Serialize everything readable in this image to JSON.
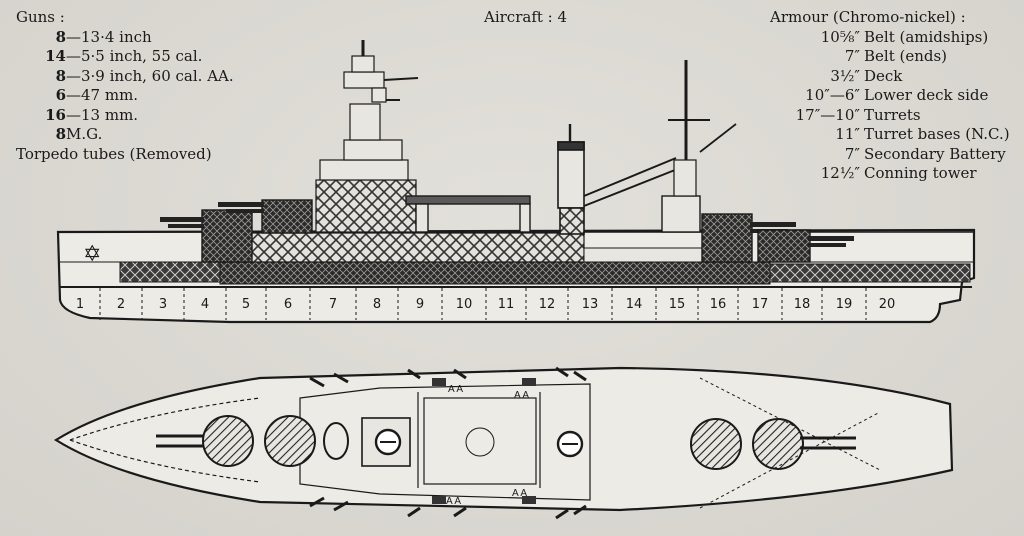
{
  "guns": {
    "heading": "Guns :",
    "rows": [
      {
        "qty": "8",
        "desc": "—13·4 inch"
      },
      {
        "qty": "14",
        "desc": "—5·5 inch, 55 cal."
      },
      {
        "qty": "8",
        "desc": "—3·9 inch, 60 cal. AA."
      },
      {
        "qty": "6",
        "desc": "—47 mm."
      },
      {
        "qty": "16",
        "desc": "—13 mm."
      },
      {
        "qty": "8",
        "desc": " M.G."
      }
    ],
    "torpedo": "Torpedo tubes (Removed)"
  },
  "aircraft": {
    "label": "Aircraft :",
    "value": "4"
  },
  "armour": {
    "heading": "Armour (Chromo-nickel) :",
    "rows": [
      {
        "thick": "10⅝″",
        "desc": "Belt (amidships)"
      },
      {
        "thick": "7″",
        "desc": "Belt (ends)"
      },
      {
        "thick": "3½″",
        "desc": "Deck"
      },
      {
        "thick": "10″—6″",
        "desc": "Lower deck side"
      },
      {
        "thick": "17″—10″",
        "desc": "Turrets"
      },
      {
        "thick": "11″",
        "desc": "Turret bases (N.C.)"
      },
      {
        "thick": "7″",
        "desc": "Secondary Battery"
      },
      {
        "thick": "12½″",
        "desc": "Conning tower"
      }
    ]
  },
  "compartments": [
    "1",
    "2",
    "3",
    "4",
    "5",
    "6",
    "7",
    "8",
    "9",
    "10",
    "11",
    "12",
    "13",
    "14",
    "15",
    "16",
    "17",
    "18",
    "19",
    "20"
  ],
  "aa_labels": [
    "A A",
    "A A",
    "A A",
    "A A"
  ],
  "colors": {
    "paper": "#d8d6d0",
    "ink": "#1a1a1a",
    "hull": "#ecebe6"
  }
}
